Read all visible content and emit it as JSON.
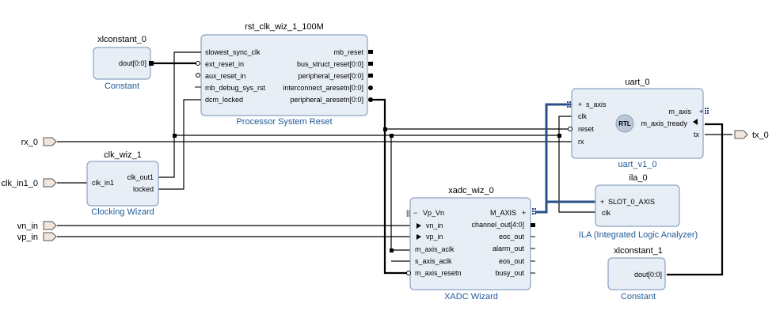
{
  "blocks": {
    "xlconstant_0": {
      "name": "xlconstant_0",
      "type": "Constant",
      "pins_out": [
        "dout[0:0]"
      ]
    },
    "rst": {
      "name": "rst_clk_wiz_1_100M",
      "type": "Processor System Reset",
      "pins_in": [
        "slowest_sync_clk",
        "ext_reset_in",
        "aux_reset_in",
        "mb_debug_sys_rst",
        "dcm_locked"
      ],
      "pins_out": [
        "mb_reset",
        "bus_struct_reset[0:0]",
        "peripheral_reset[0:0]",
        "interconnect_aresetn[0:0]",
        "peripheral_aresetn[0:0]"
      ]
    },
    "uart_0": {
      "name": "uart_0",
      "type": "uart_v1_0",
      "pins_in": [
        "s_axis",
        "clk",
        "reset",
        "rx"
      ],
      "pins_out": [
        "m_axis",
        "m_axis_tready",
        "tx"
      ],
      "logo": "RTL"
    },
    "clk_wiz_1": {
      "name": "clk_wiz_1",
      "type": "Clocking Wizard",
      "pins_in": [
        "clk_in1"
      ],
      "pins_out": [
        "clk_out1",
        "locked"
      ]
    },
    "ila_0": {
      "name": "ila_0",
      "type": "ILA (Integrated Logic Analyzer)",
      "pins_in": [
        "SLOT_0_AXIS",
        "clk"
      ]
    },
    "xadc_wiz_0": {
      "name": "xadc_wiz_0",
      "type": "XADC Wizard",
      "pins_in": [
        "Vp_Vn",
        "vn_in",
        "vp_in",
        "m_axis_aclk",
        "s_axis_aclk",
        "m_axis_resetn"
      ],
      "pins_out": [
        "M_AXIS",
        "channel_out[4:0]",
        "eoc_out",
        "alarm_out",
        "eos_out",
        "busy_out"
      ]
    },
    "xlconstant_1": {
      "name": "xlconstant_1",
      "type": "Constant",
      "pins_out": [
        "dout[0:0]"
      ]
    }
  },
  "ports": {
    "rx_0": "rx_0",
    "clk_in1_0": "clk_in1_0",
    "vn_in": "vn_in",
    "vp_in": "vp_in",
    "tx_0": "tx_0"
  },
  "colors": {
    "block_fill": "#e8eef6",
    "block_stroke": "#8aa3c2",
    "subtitle": "#1f5a99",
    "bus": "#2a4f8a",
    "wire": "#000000"
  }
}
